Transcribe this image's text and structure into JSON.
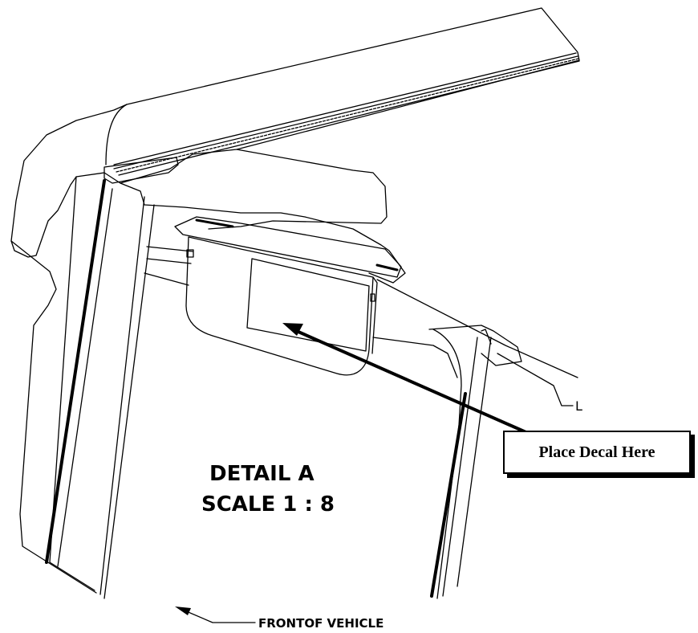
{
  "detail_title": "DETAIL A",
  "scale_label": "SCALE 1 : 8",
  "callout_label": "Place Decal Here",
  "front_label": "FRONTOF VEHICLE",
  "side_tag": "L"
}
